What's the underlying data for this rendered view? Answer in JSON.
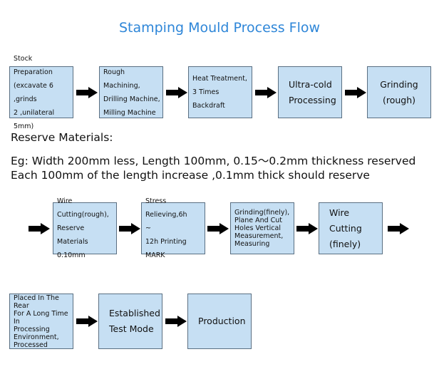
{
  "title": "Stamping Mould Process Flow",
  "row1": [
    {
      "text": "Stock Preparation\n(excavate 6 ,grinds\n2 ,unilateral 5mm)"
    },
    {
      "text": "Rough Machining,\nDrilling Machine,\nMilling Machine"
    },
    {
      "text": "Heat Treatment,\n3 Times Backdraft"
    },
    {
      "text": "Ultra-cold\nProcessing"
    },
    {
      "text": "Grinding\n(rough)"
    }
  ],
  "notes": {
    "heading": "Reserve Materials:",
    "line1": "Eg: Width 200mm less, Length 100mm, 0.15～0.2mm thickness reserved",
    "line2": "Each 100mm of the length increase ,0.1mm thick should reserve"
  },
  "row2": [
    {
      "text": "Wire\nCutting(rough),\nReserve Materials\n0.10mm"
    },
    {
      "text": "Stress Relieving,6h\n~\n12h Printing MARK"
    },
    {
      "text": "Grinding(finely),\nPlane And Cut\nHoles Vertical\nMeasurement,\nMeasuring"
    },
    {
      "text": "Wire Cutting\n(finely)"
    }
  ],
  "row3": [
    {
      "text": "Placed In The Rear\nFor A Long Time In\nProcessing\nEnvironment,\nProcessed"
    },
    {
      "text": "Established\nTest Mode"
    },
    {
      "text": "Production"
    }
  ]
}
